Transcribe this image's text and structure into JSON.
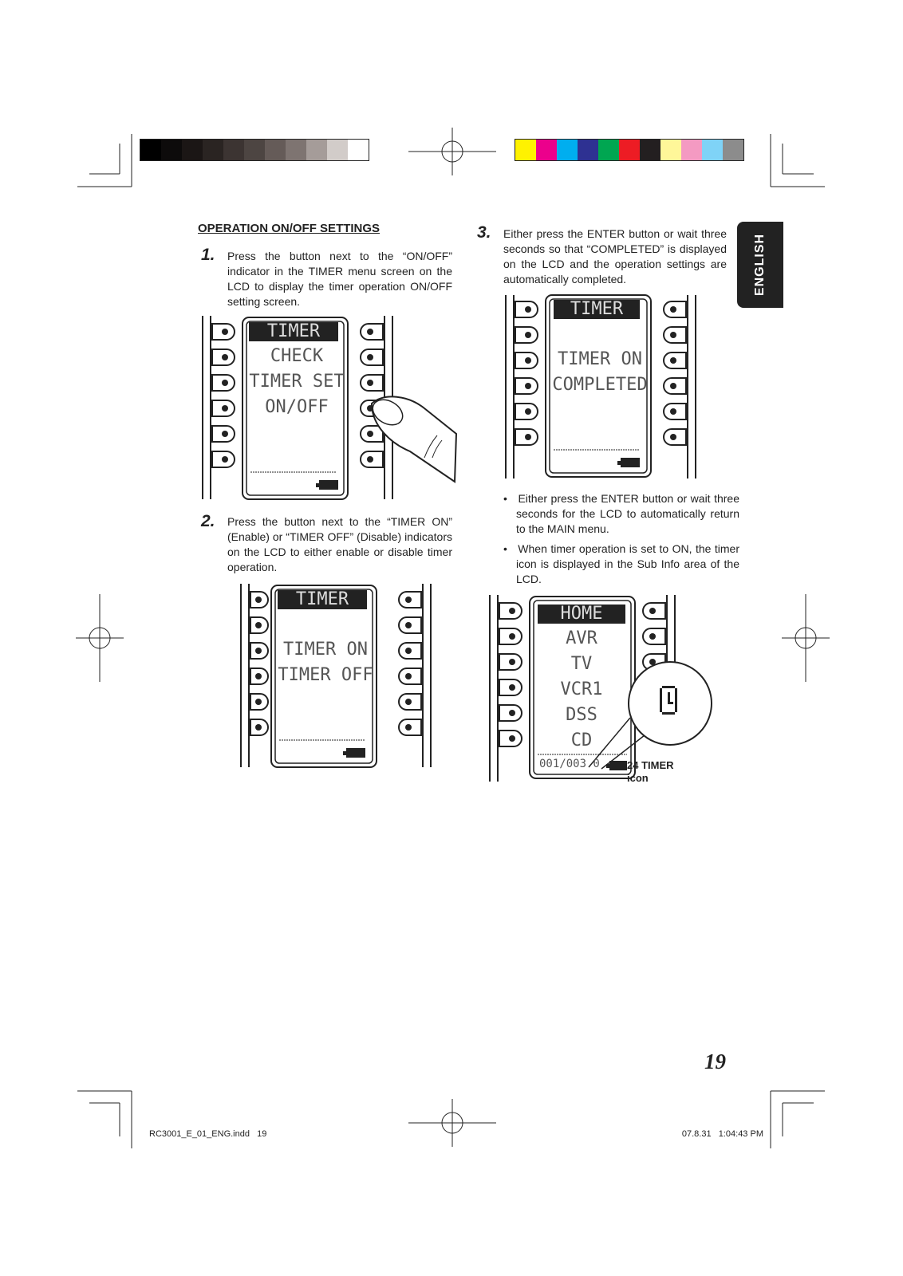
{
  "section_title": "OPERATION ON/OFF SETTINGS",
  "language_tab": "ENGLISH",
  "steps": [
    {
      "num": "1.",
      "text": "Press the button next to the “ON/OFF” indicator in the TIMER menu screen on the LCD to display the timer operation ON/OFF setting screen."
    },
    {
      "num": "2.",
      "text": "Press the button next to the “TIMER ON” (Enable) or “TIMER OFF” (Disable) indicators on the LCD to either enable or disable timer operation."
    },
    {
      "num": "3.",
      "text": "Either press the ENTER button or wait three seconds so that “COMPLETED” is displayed on the LCD and the operation settings are automatically completed."
    }
  ],
  "bullets": [
    "Either press the ENTER button or wait three seconds for the LCD to automatically return to the MAIN menu.",
    "When timer operation is set to ON, the timer icon is displayed in the Sub Info area of the LCD."
  ],
  "lcd1": {
    "header": "TIMER",
    "lines": [
      "CHECK",
      "TIMER SET",
      "ON/OFF"
    ]
  },
  "lcd2": {
    "header": "TIMER",
    "lines": [
      "TIMER ON",
      "TIMER OFF"
    ]
  },
  "lcd3": {
    "header": "TIMER",
    "lines": [
      "TIMER ON",
      "COMPLETED"
    ]
  },
  "lcd4": {
    "header": "HOME",
    "lines": [
      "AVR",
      "TV",
      "VCR1",
      "DSS",
      "CD"
    ],
    "status": "001/003 0"
  },
  "callout": {
    "number": "24",
    "label_line1": "TIMER",
    "label_line2": "icon"
  },
  "page_number": "19",
  "footer_left": "RC3001_E_01_ENG.indd   19",
  "footer_right": "07.8.31   1:04:43 PM",
  "registration_grays": [
    "#000000",
    "#0d0b0b",
    "#1b1615",
    "#2a2422",
    "#3c3432",
    "#4d4542",
    "#655b58",
    "#7e7471",
    "#a59c99",
    "#d2ccc9",
    "#ffffff"
  ],
  "registration_colors": [
    "#fff200",
    "#ec008c",
    "#00aeef",
    "#2e3192",
    "#00a651",
    "#ed1c24",
    "#231f20",
    "#fff799",
    "#f49ac2",
    "#7fd3f7",
    "#8c8c8c"
  ]
}
